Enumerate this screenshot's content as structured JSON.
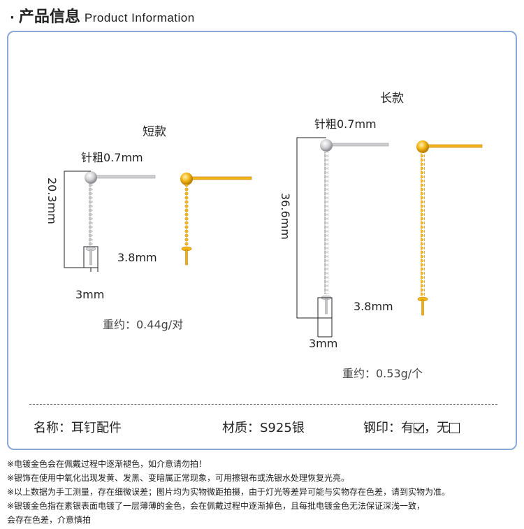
{
  "header": {
    "bullet": "·",
    "title_cn": "产品信息",
    "title_en": "Product Information"
  },
  "short": {
    "title": "短款",
    "pin_thickness": "针粗0.7mm",
    "length": "20.3mm",
    "cup_height": "3.8mm",
    "cup_width": "3mm",
    "weight": "重约：0.44g/对"
  },
  "long": {
    "title": "长款",
    "pin_thickness": "针粗0.7mm",
    "length": "36.6mm",
    "cup_height": "3.8mm",
    "cup_width": "3mm",
    "weight": "重约：0.53g/个"
  },
  "specs": {
    "name": "名称：耳钉配件",
    "material": "材质：S925银",
    "stamp_label": "钢印：",
    "stamp_yes": "有",
    "stamp_sep": "，",
    "stamp_no": "无"
  },
  "notes": [
    "※电镀金色会在佩戴过程中逐渐褪色，如介意请勿拍！",
    "※银饰在使用中氧化出现发黄、发黑、变暗属正常现象，可用擦银布或洗银水处理恢复光亮。",
    "※以上数据为手工测量，存在细微误差；图片均为实物微距拍摄，由于灯光等差异可能与实物存在色差，请到实物为准。",
    "※银镀金色指在素银表面电镀了一层薄薄的金色，会在佩戴过程中逐渐掉色，且每批电镀金色无法保证深浅一致，",
    "会存在色差，介意慎拍"
  ],
  "colors": {
    "border": "#8aa8d8",
    "silver": "#c9c9cc",
    "gold": "#f2b318"
  }
}
